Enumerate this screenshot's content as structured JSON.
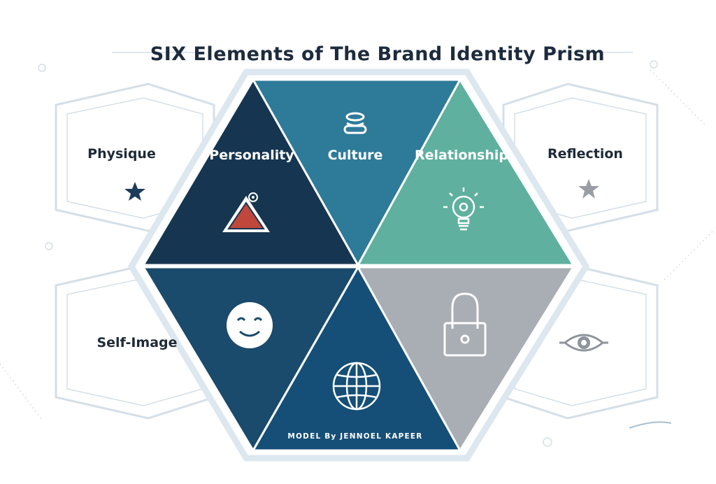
{
  "title": "SIX Elements of The Brand Identity Prism",
  "outer_labels": {
    "physique": "Physique",
    "reflection": "Reflection",
    "self_image": "Self-Image"
  },
  "segments": {
    "personality": "Personality",
    "culture": "Culture",
    "relationship": "Relationship"
  },
  "credit": "MODEL By JENNOEL KAPEER",
  "icons": {
    "physique": "star-icon",
    "reflection": "star-icon",
    "personality": "warning-triangle-icon",
    "culture": "stacked-coins-icon",
    "relationship": "lightbulb-icon",
    "self_image": "smiley-face-icon",
    "lower_left": "globe-icon",
    "lower_right": "padlock-icon",
    "outer_right": "eye-icon"
  },
  "colors": {
    "personality": "#163550",
    "culture": "#2e7a99",
    "relationship": "#5fb09f",
    "lower_left": "#1a4a6c",
    "lower_middle": "#154f77",
    "lower_right": "#a9aeb4",
    "hex_outline": "#d4dfe8",
    "accent_red": "#c0473b"
  }
}
